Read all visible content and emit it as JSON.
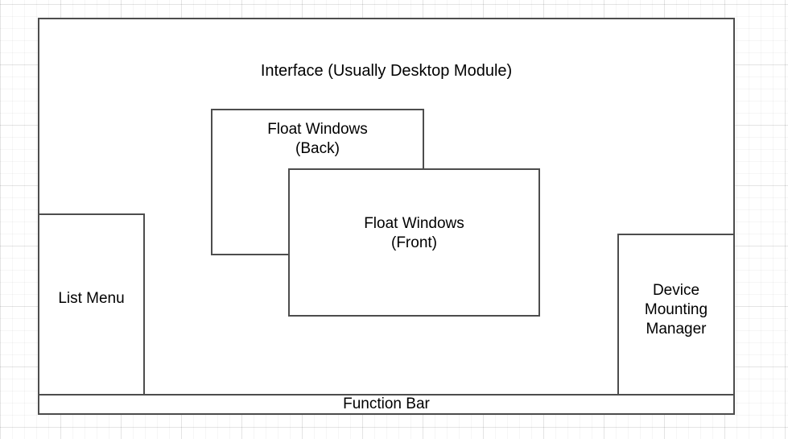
{
  "diagram": {
    "title": "Interface (Usually Desktop Module)",
    "nodes": {
      "interface": {
        "label": "Interface (Usually Desktop Module)",
        "role": "root-container"
      },
      "float_back": {
        "label": "Float Windows\n(Back)",
        "role": "floating-window"
      },
      "float_front": {
        "label": "Float Windows\n(Front)",
        "role": "floating-window"
      },
      "list_menu": {
        "label": "List Menu",
        "role": "left-panel"
      },
      "device_manager": {
        "label": "Device\nMounting\nManager",
        "role": "right-panel"
      },
      "function_bar": {
        "label": "Function Bar",
        "role": "bottom-bar"
      }
    },
    "colors": {
      "stroke": "#4d4d4d",
      "fill": "#ffffff",
      "text": "#000000",
      "grid_minor": "rgba(0,0,0,0.035)",
      "grid_major": "rgba(0,0,0,0.075)"
    }
  }
}
